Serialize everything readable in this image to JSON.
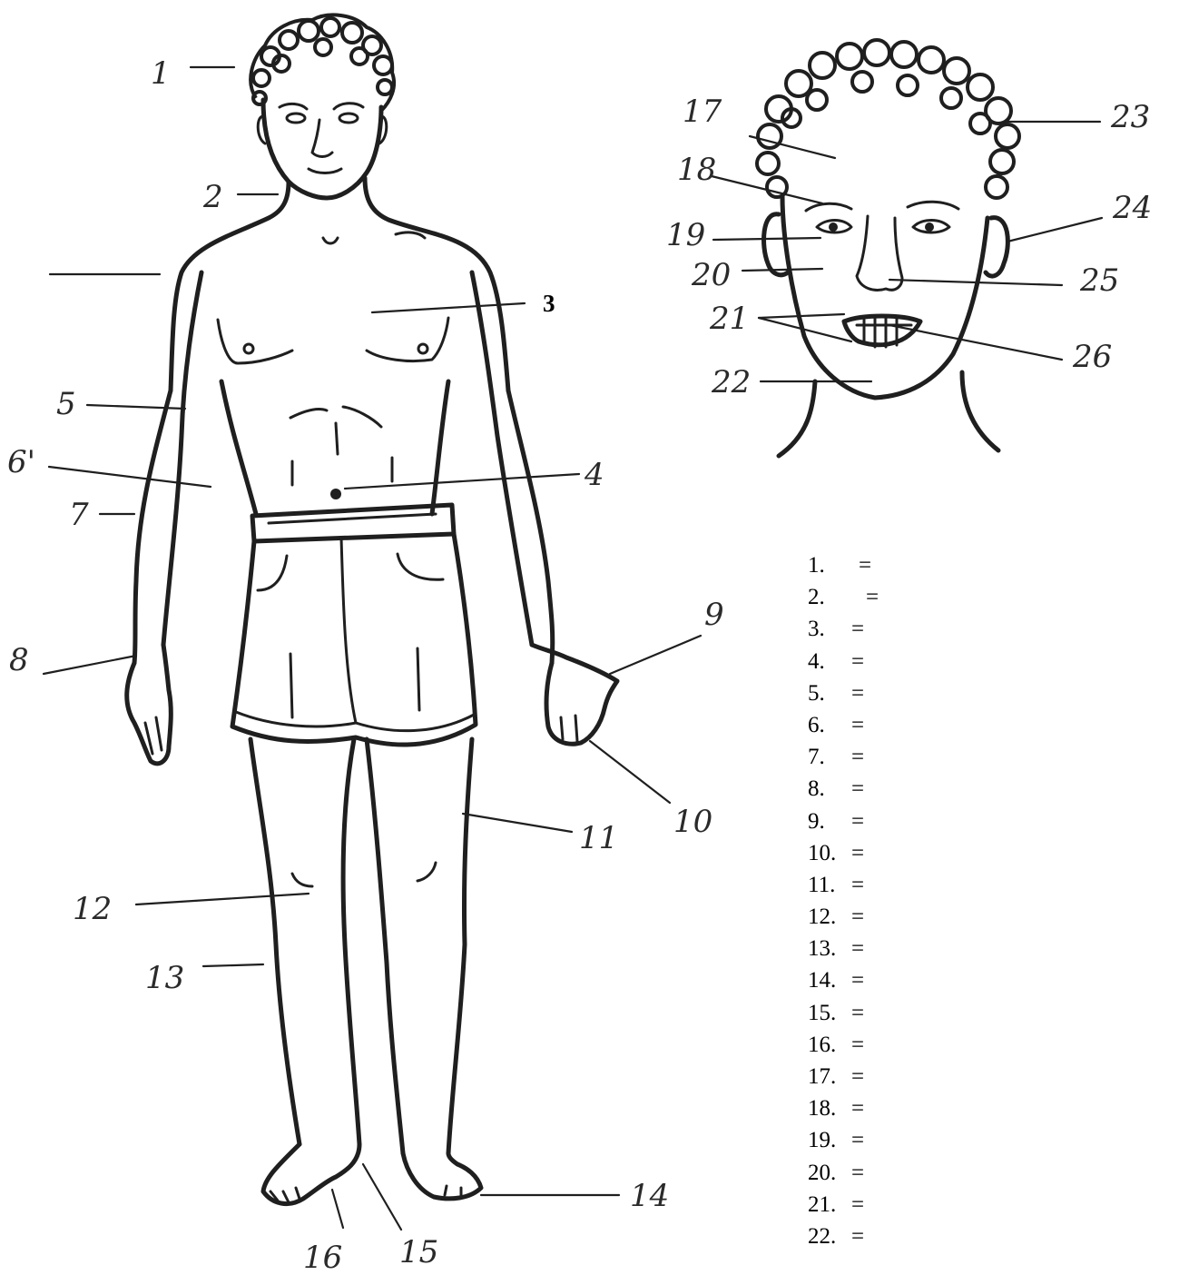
{
  "body_labels": [
    "1",
    "2",
    "3",
    "4",
    "5",
    "6'",
    "7",
    "8",
    "9",
    "10",
    "11",
    "12",
    "13",
    "14",
    "15",
    "16"
  ],
  "face_labels": [
    "17",
    "18",
    "19",
    "20",
    "21",
    "22",
    "23",
    "24",
    "25",
    "26"
  ],
  "answer_list": [
    {
      "num": "1.",
      "eq": "="
    },
    {
      "num": "2.",
      "eq": "="
    },
    {
      "num": "3.",
      "eq": "="
    },
    {
      "num": "4.",
      "eq": "="
    },
    {
      "num": "5.",
      "eq": "="
    },
    {
      "num": "6.",
      "eq": "="
    },
    {
      "num": "7.",
      "eq": "="
    },
    {
      "num": "8.",
      "eq": "="
    },
    {
      "num": "9.",
      "eq": "="
    },
    {
      "num": "10.",
      "eq": "="
    },
    {
      "num": "11.",
      "eq": "="
    },
    {
      "num": "12.",
      "eq": "="
    },
    {
      "num": "13.",
      "eq": "="
    },
    {
      "num": "14.",
      "eq": "="
    },
    {
      "num": "15.",
      "eq": "="
    },
    {
      "num": "16.",
      "eq": "="
    },
    {
      "num": "17.",
      "eq": "="
    },
    {
      "num": "18.",
      "eq": "="
    },
    {
      "num": "19.",
      "eq": "="
    },
    {
      "num": "20.",
      "eq": "="
    },
    {
      "num": "21.",
      "eq": "="
    },
    {
      "num": "22.",
      "eq": "="
    }
  ]
}
